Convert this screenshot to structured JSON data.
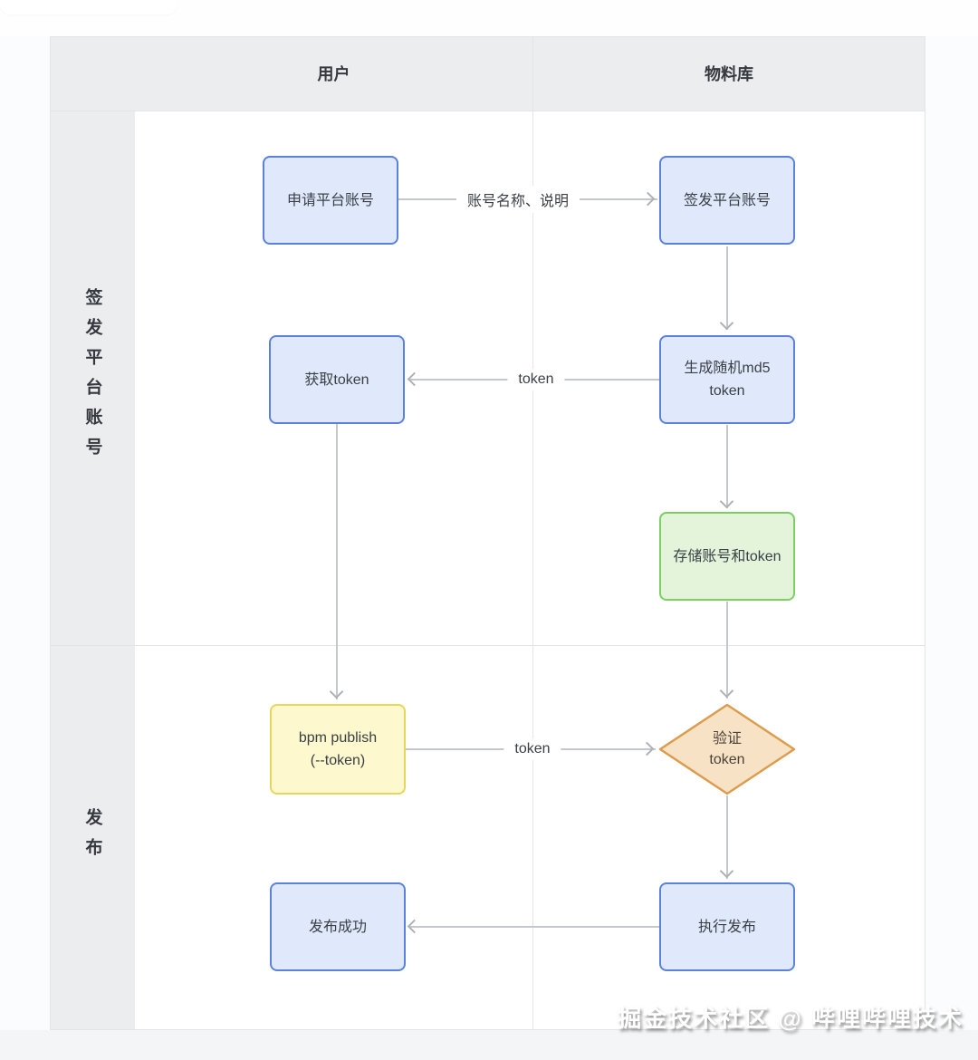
{
  "columns": {
    "user": {
      "label": "用户"
    },
    "material": {
      "label": "物料库"
    }
  },
  "lanes": {
    "issue": {
      "label": "签发平台账号"
    },
    "publish": {
      "label": "发布"
    }
  },
  "nodes": {
    "apply": {
      "label": "申请平台账号",
      "type": "process",
      "color": "blue"
    },
    "issue_account": {
      "label": "签发平台账号",
      "type": "process",
      "color": "blue"
    },
    "get_token": {
      "label": "获取token",
      "type": "process",
      "color": "blue"
    },
    "gen_md5": {
      "line1": "生成随机md5",
      "line2": "token",
      "type": "process",
      "color": "blue"
    },
    "store_token": {
      "label": "存储账号和token",
      "type": "process",
      "color": "green"
    },
    "bpm_publish": {
      "line1": "bpm publish",
      "line2": "(--token)",
      "type": "process",
      "color": "yellow"
    },
    "verify_token": {
      "line1": "验证",
      "line2": "token",
      "type": "decision",
      "color": "orange"
    },
    "exec_publish": {
      "label": "执行发布",
      "type": "process",
      "color": "blue"
    },
    "publish_success": {
      "label": "发布成功",
      "type": "process",
      "color": "blue"
    }
  },
  "edges": {
    "apply_to_issue": {
      "from": "apply",
      "to": "issue_account",
      "label": "账号名称、说明"
    },
    "issue_to_md5": {
      "from": "issue_account",
      "to": "gen_md5",
      "label": ""
    },
    "md5_to_get": {
      "from": "gen_md5",
      "to": "get_token",
      "label": "token"
    },
    "md5_to_store": {
      "from": "gen_md5",
      "to": "store_token",
      "label": ""
    },
    "get_to_bpm": {
      "from": "get_token",
      "to": "bpm_publish",
      "label": ""
    },
    "store_to_verify": {
      "from": "store_token",
      "to": "verify_token",
      "label": ""
    },
    "bpm_to_verify": {
      "from": "bpm_publish",
      "to": "verify_token",
      "label": "token"
    },
    "verify_to_exec": {
      "from": "verify_token",
      "to": "exec_publish",
      "label": ""
    },
    "exec_to_success": {
      "from": "exec_publish",
      "to": "publish_success",
      "label": ""
    }
  },
  "colors": {
    "blue_fill": "#dfe9fb",
    "blue_border": "#5a82dd",
    "green_fill": "#e3f4db",
    "green_border": "#7bcf63",
    "yellow_fill": "#fdf8cd",
    "yellow_border": "#e6d75c",
    "orange_fill": "#f8e2c6",
    "orange_border": "#dc9c4e",
    "lane_header_bg": "#ecedef",
    "grid_line": "#e2e4e6",
    "arrow_line": "#c4c7cb",
    "arrow_head": "#aeb2b7",
    "text": "#3b4046"
  },
  "watermark": {
    "text": "掘金技术社区 @ 哔哩哔哩技术"
  }
}
